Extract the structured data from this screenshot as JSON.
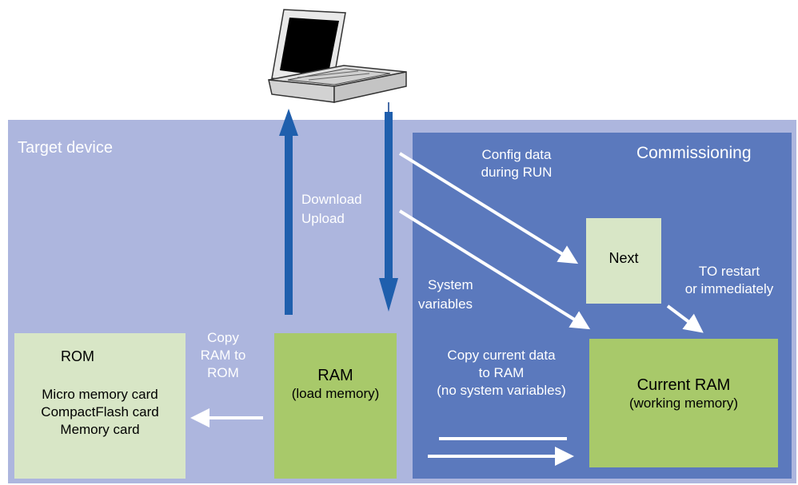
{
  "regions": {
    "target_label": "Target device",
    "commissioning_label": "Commissioning"
  },
  "boxes": {
    "rom": {
      "title": "ROM",
      "items": [
        "Micro memory card",
        "CompactFlash card",
        "Memory card"
      ]
    },
    "ram": {
      "title": "RAM",
      "subtitle": "(load memory)"
    },
    "next": {
      "title": "Next"
    },
    "current_ram": {
      "title": "Current RAM",
      "subtitle": "(working memory)"
    }
  },
  "annotations": {
    "download_upload": [
      "Download",
      "Upload"
    ],
    "copy_ram_to_rom": [
      "Copy",
      "RAM to",
      "ROM"
    ],
    "config_data": [
      "Config data",
      "during RUN"
    ],
    "system_variables": [
      "System",
      "variables"
    ],
    "to_restart": [
      "TO restart",
      "or immediately"
    ],
    "copy_current": [
      "Copy current data",
      "to RAM",
      "(no system variables)"
    ]
  },
  "colors": {
    "target_bg": "#adb6de",
    "commissioning_bg": "#5b79bd",
    "light_green": "#d8e6c6",
    "green": "#a8c96a",
    "arrow_blue": "#1f5fad"
  }
}
